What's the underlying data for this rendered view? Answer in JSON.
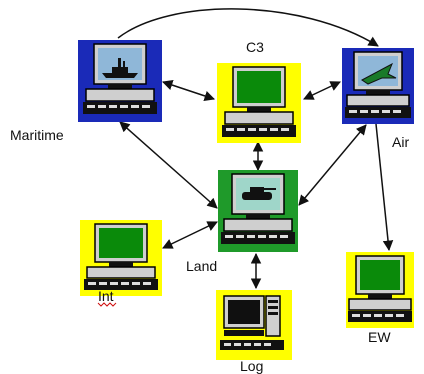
{
  "nodes": {
    "c3": {
      "label": "C3",
      "bg": "#ffff00",
      "screen": "#0a8a0a"
    },
    "maritime": {
      "label": "Maritime",
      "bg": "#1a2ab8",
      "screen": "#8fb7d8",
      "picture": "ship-icon"
    },
    "air": {
      "label": "Air",
      "bg": "#1a2ab8",
      "screen": "#8fb7d8",
      "picture": "aircraft-icon"
    },
    "land": {
      "label": "Land",
      "bg": "#1f9a2a",
      "screen": "#9fd6c9",
      "picture": "tank-icon"
    },
    "int": {
      "label": "Int",
      "bg": "#ffff00",
      "screen": "#0a8a0a"
    },
    "ew": {
      "label": "EW",
      "bg": "#ffff00",
      "screen": "#0a8a0a"
    },
    "log": {
      "label": "Log",
      "bg": "#ffff00",
      "screen": "#101010"
    }
  },
  "links": [
    {
      "from": "maritime",
      "to": "air",
      "style": "curved-top",
      "direction": "to-air"
    },
    {
      "from": "maritime",
      "to": "c3",
      "direction": "both"
    },
    {
      "from": "c3",
      "to": "air",
      "direction": "both"
    },
    {
      "from": "c3",
      "to": "land",
      "direction": "both"
    },
    {
      "from": "maritime",
      "to": "land",
      "direction": "both"
    },
    {
      "from": "air",
      "to": "land",
      "direction": "both"
    },
    {
      "from": "int",
      "to": "land",
      "direction": "both"
    },
    {
      "from": "land",
      "to": "log",
      "direction": "both"
    },
    {
      "from": "air",
      "to": "ew",
      "direction": "to-ew"
    }
  ]
}
